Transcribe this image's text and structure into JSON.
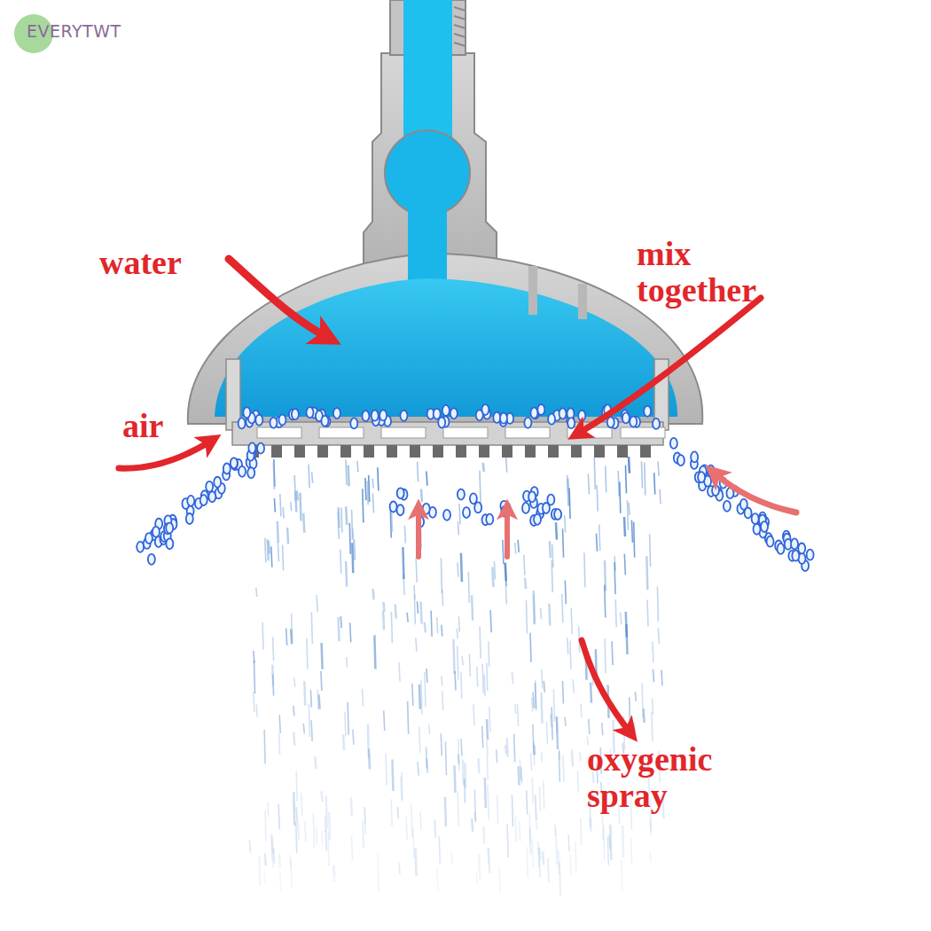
{
  "diagram": {
    "labels": [
      "EVERYTWT",
      "water",
      "mix together",
      "air",
      "oxygenic spray"
    ]
  }
}
